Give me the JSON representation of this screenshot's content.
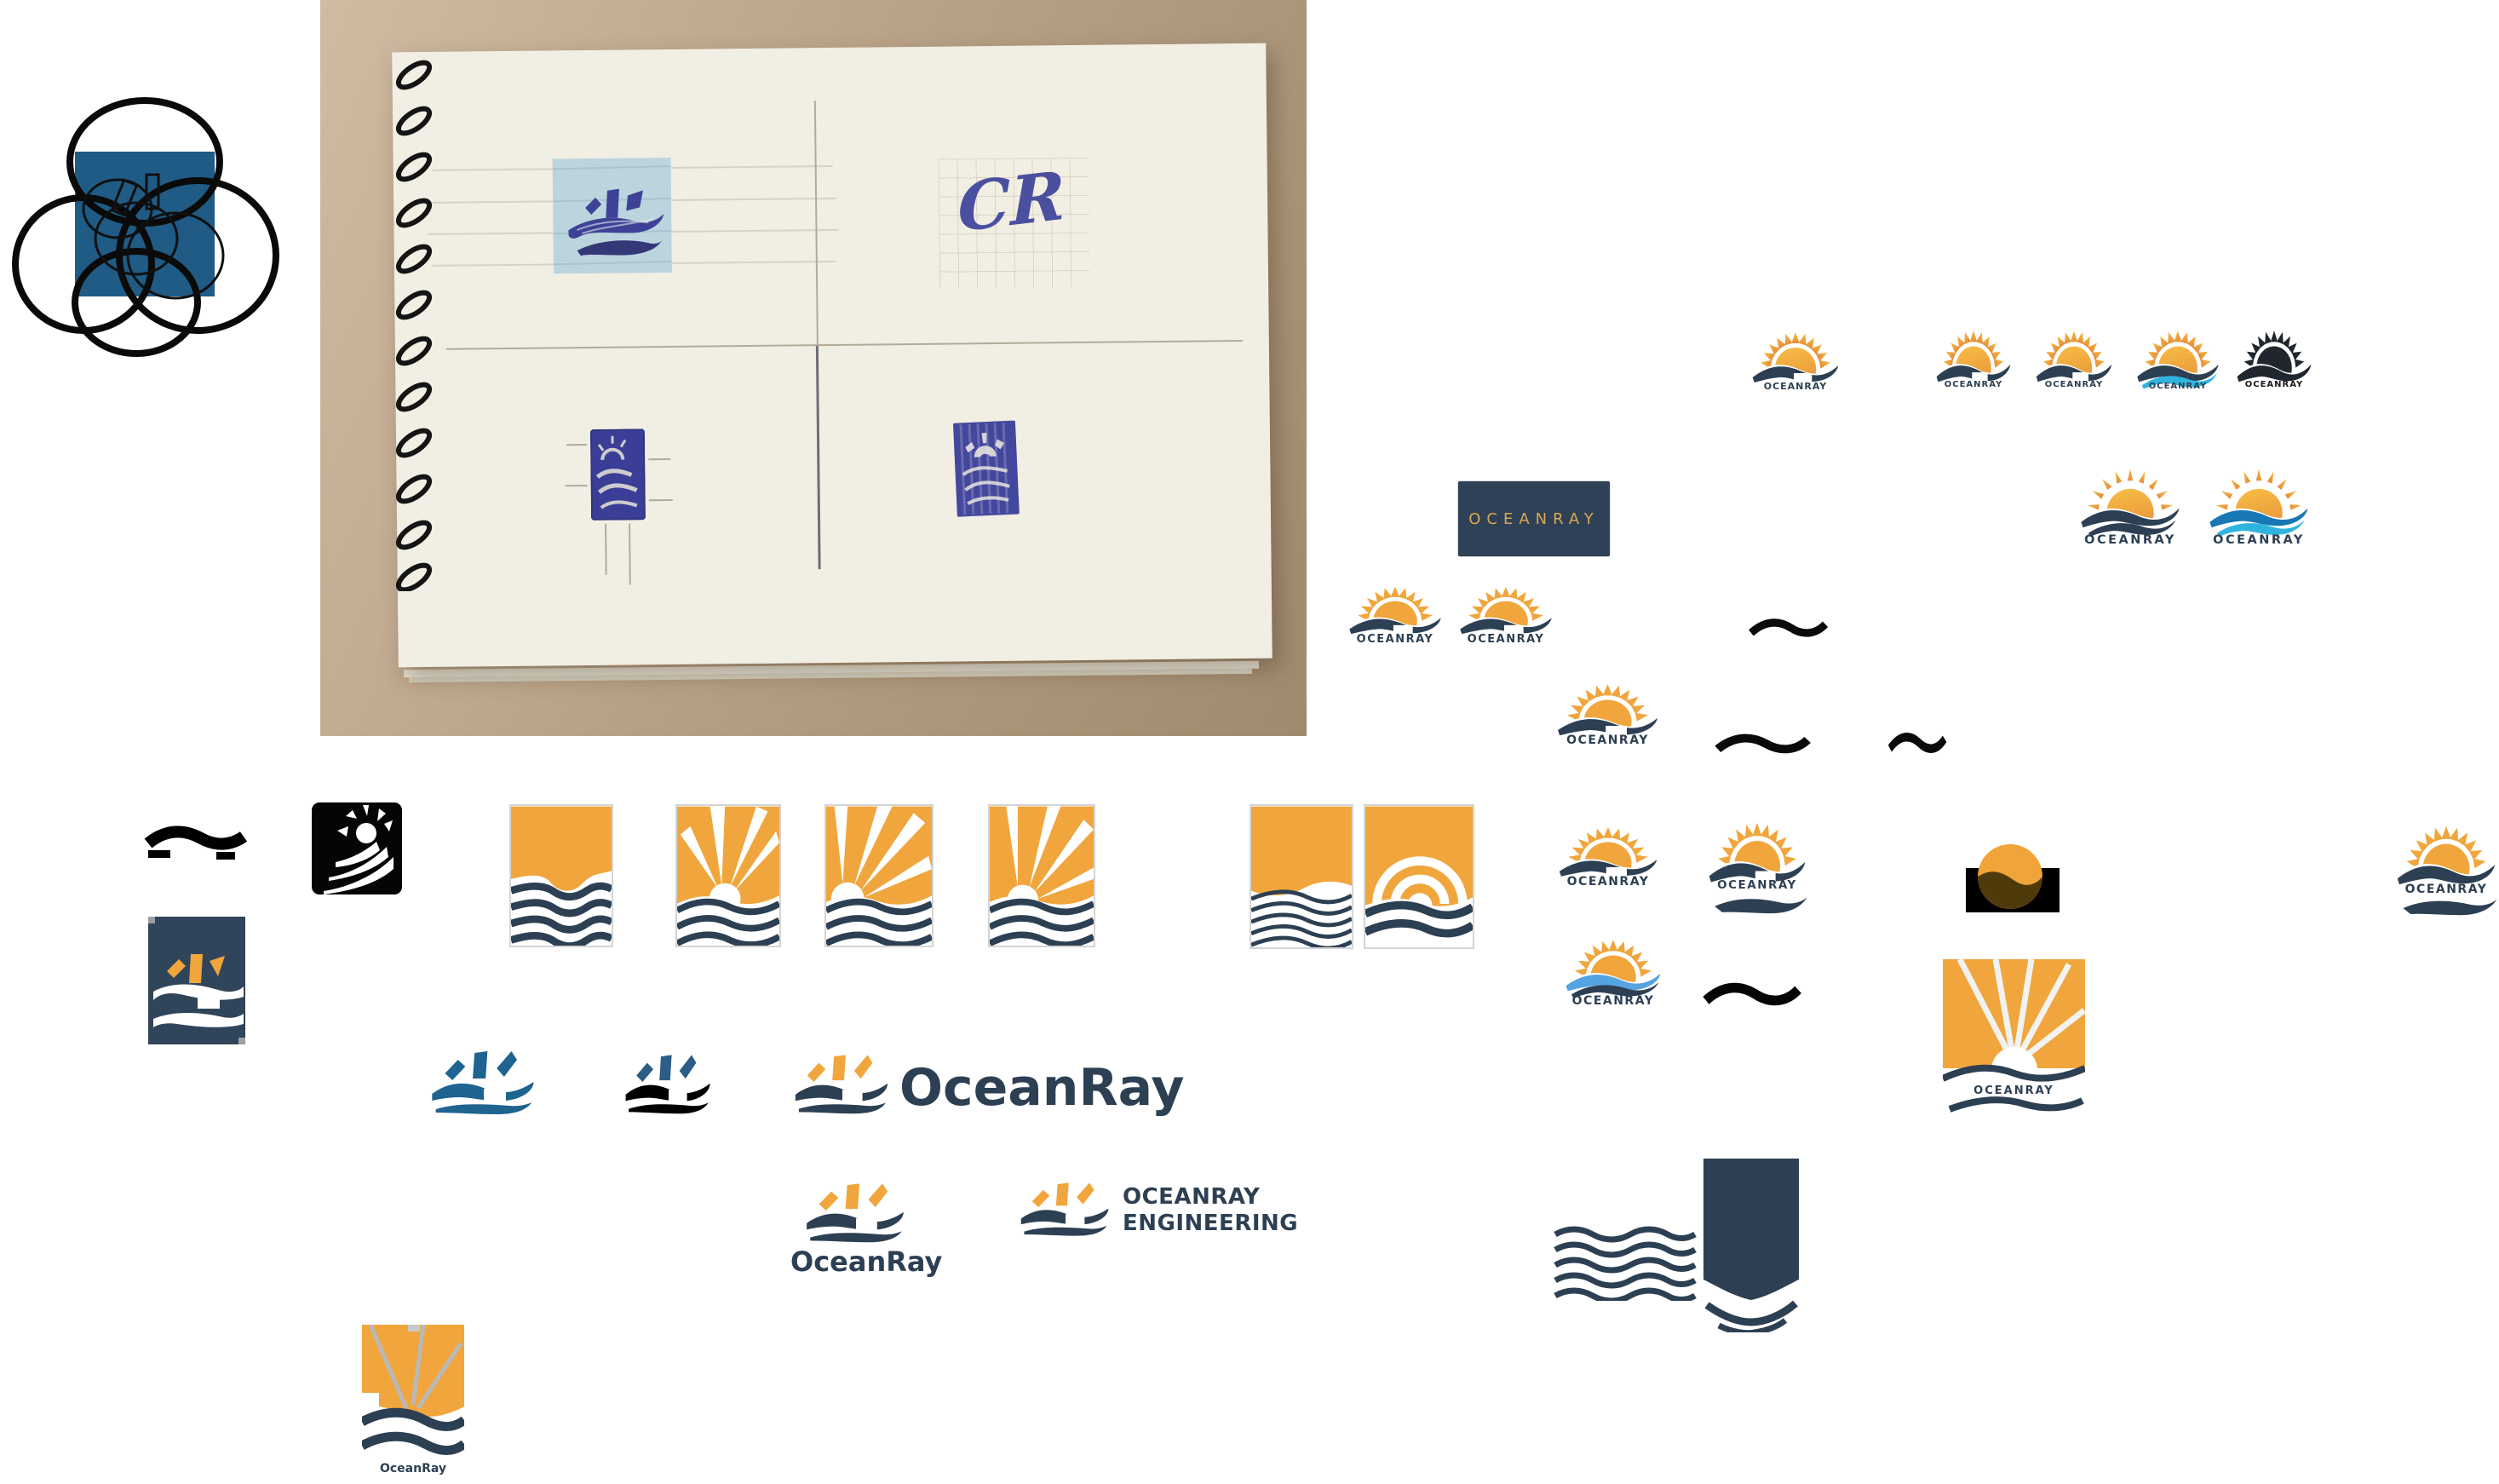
{
  "brand": {
    "name_caps": "OCEANRAY",
    "name_mixed": "OceanRay",
    "engineering_line1": "OCEANRAY",
    "engineering_line2": "ENGINEERING",
    "sketch_initials": "CR"
  },
  "button": {
    "label": "OCEANRAY"
  },
  "colors": {
    "orange": "#F0A63C",
    "orange_light": "#F6BC45",
    "orange_deep": "#E8923A",
    "navy": "#2D4053",
    "navy_dark": "#20262E",
    "ocean_blue": "#1F6391",
    "steel_blue": "#2B5D86",
    "sky_blue": "#55A3E0",
    "blue": "#1778B3",
    "cyan": "#2FB4E0",
    "gold_text": "#DCA84F",
    "button_navy": "#2E4156",
    "black": "#000000",
    "brown": "#4E3A0B",
    "pen_blue": "#43479B",
    "page_cream": "#F1EEE3",
    "desk_tan": "#BCA78C",
    "highlight_blue": "#B9D3DD",
    "gray_border": "#D2D2D2",
    "white": "#FFFFFF"
  }
}
